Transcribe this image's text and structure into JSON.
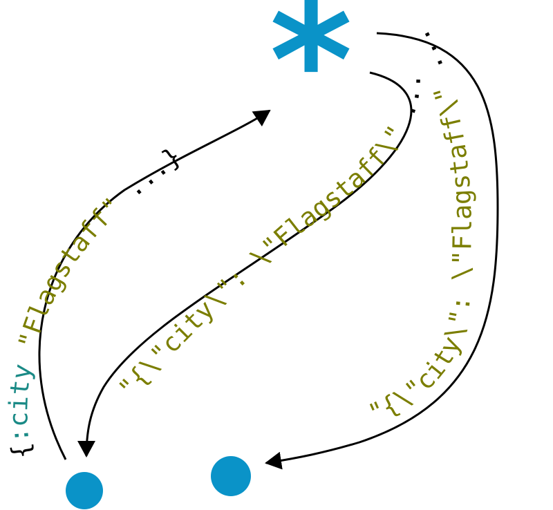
{
  "colors": {
    "node": "#0a93c8",
    "keyword": "#1a8a86",
    "string": "#7b7e00",
    "plain": "#000000",
    "arrow": "#000000"
  },
  "nodes": {
    "hub": {
      "label": "*",
      "shape": "asterisk-icon"
    },
    "left": {
      "shape": "dot"
    },
    "right": {
      "shape": "dot"
    }
  },
  "edges": {
    "edn": {
      "parts": [
        {
          "text": "{",
          "style": "plain"
        },
        {
          "text": ":city",
          "style": "keyword"
        },
        {
          "text": " ",
          "style": "plain"
        },
        {
          "text": "\"Flagstaff\"",
          "style": "string"
        },
        {
          "text": " ...}",
          "style": "plain"
        }
      ]
    },
    "json": {
      "parts": [
        {
          "text": "\"{\\\"city\\\": \\\"Flagstaff\\\"",
          "style": "string"
        },
        {
          "text": " ...",
          "style": "plain"
        }
      ]
    },
    "json_double": {
      "parts": [
        {
          "text": "\"{\\\"city\\\": \\\"Flagstaff\\\"",
          "style": "string"
        },
        {
          "text": " ...",
          "style": "plain"
        }
      ]
    }
  }
}
